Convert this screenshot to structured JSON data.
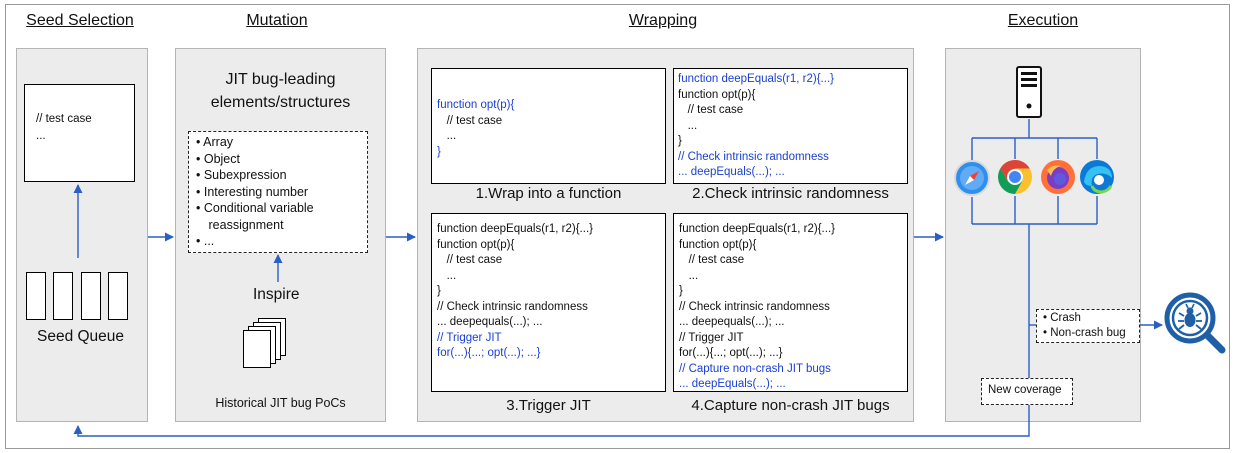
{
  "stages": {
    "seed_selection": "Seed Selection",
    "mutation": "Mutation",
    "wrapping": "Wrapping",
    "execution": "Execution"
  },
  "seed": {
    "test_case_line1": "// test case",
    "test_case_line2": "...",
    "queue_label": "Seed Queue"
  },
  "mutation": {
    "heading_line1": "JIT bug-leading",
    "heading_line2": "elements/structures",
    "elements": [
      "Array",
      "Object",
      "Subexpression",
      "Interesting number",
      "Conditional variable",
      "reassignment",
      "..."
    ],
    "inspire_label": "Inspire",
    "pocs_label": "Historical JIT bug PoCs"
  },
  "wrapping": {
    "step1": {
      "caption": "1.Wrap into a function",
      "lines": [
        "function opt(p){",
        "   // test case",
        "   ...",
        "}"
      ]
    },
    "step2": {
      "caption": "2.Check intrinsic randomness",
      "lines": [
        "function deepEquals(r1, r2){...}",
        "function opt(p){",
        "   // test case",
        "   ...",
        "}",
        "// Check intrinsic randomness",
        "... deepEquals(...); ..."
      ]
    },
    "step3": {
      "caption": "3.Trigger JIT",
      "lines": [
        "function deepEquals(r1, r2){...}",
        "function opt(p){",
        "   // test case",
        "   ...",
        "}",
        "// Check intrinsic randomness",
        "... deepequals(...); ...",
        "// Trigger JIT",
        "for(...){...; opt(...); ...}"
      ]
    },
    "step4": {
      "caption": "4.Capture non-crash JIT bugs",
      "lines": [
        "function deepEquals(r1, r2){...}",
        "function opt(p){",
        "   // test case",
        "   ...",
        "}",
        "// Check intrinsic randomness",
        "... deepequals(...); ...",
        "// Trigger JIT",
        "for(...){...; opt(...); ...}",
        "// Capture non-crash JIT bugs",
        "... deepEquals(...); ..."
      ]
    }
  },
  "execution": {
    "browsers": [
      "safari-icon",
      "chrome-icon",
      "firefox-icon",
      "edge-icon"
    ],
    "outcomes": [
      "Crash",
      "Non-crash bug"
    ],
    "new_coverage": "New coverage"
  },
  "colors": {
    "arrow": "#2b5fc4",
    "code_highlight": "#1a3fd1",
    "panel_bg": "#ececec"
  }
}
